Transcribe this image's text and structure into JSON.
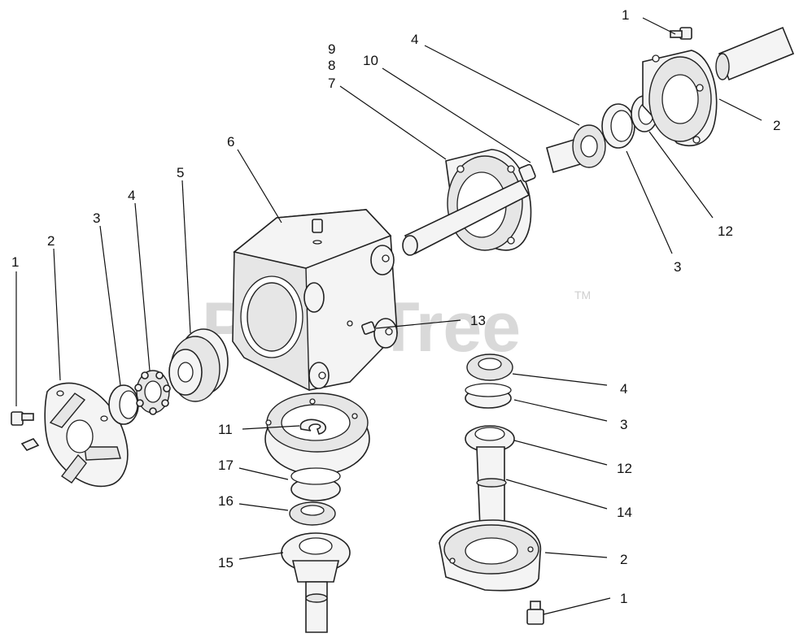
{
  "diagram": {
    "watermark": "PartsTree",
    "watermark_tm": "TM",
    "callouts": {
      "c1_tl": "1",
      "c2_tl": "2",
      "c3_tl": "3",
      "c4_tl": "4",
      "c5": "5",
      "c6": "6",
      "c9": "9",
      "c8": "8",
      "c7": "7",
      "c10": "10",
      "c4_top": "4",
      "c1_tr": "1",
      "c2_tr": "2",
      "c12_tr": "12",
      "c3_tr": "3",
      "c13": "13",
      "c4_r": "4",
      "c3_r": "3",
      "c12_r": "12",
      "c14": "14",
      "c2_br": "2",
      "c1_br": "1",
      "c11": "11",
      "c17": "17",
      "c16": "16",
      "c15": "15"
    }
  }
}
